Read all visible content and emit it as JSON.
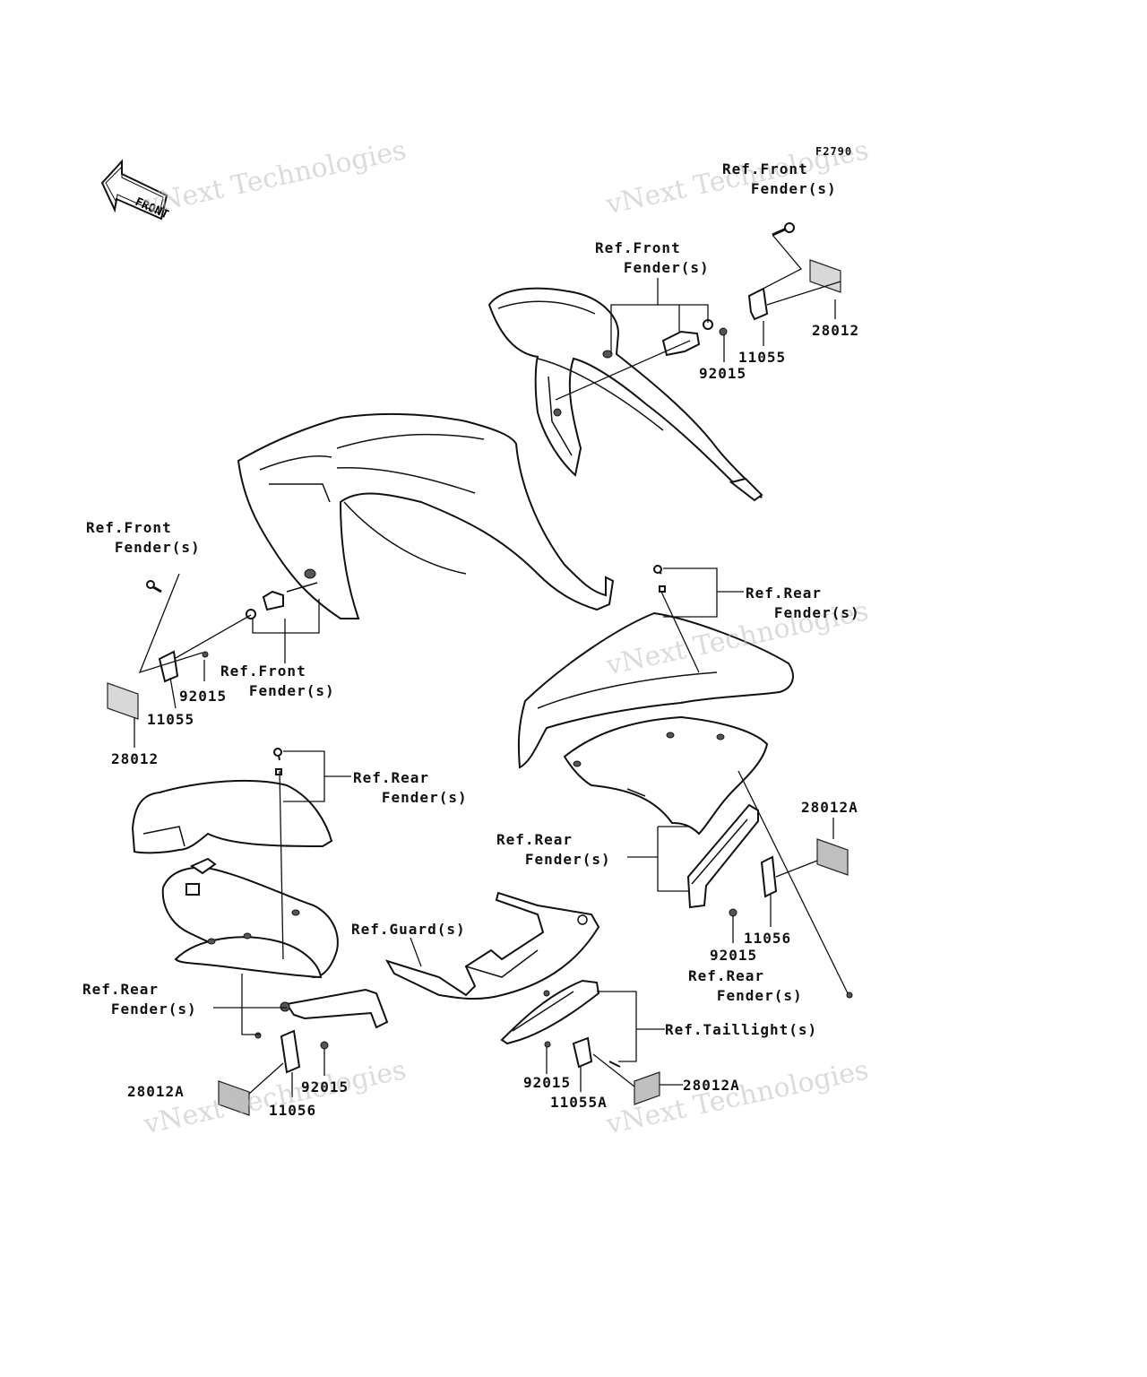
{
  "figure_code": "F2790",
  "front_arrow": "FRONT",
  "watermark": {
    "line1": "vNext Technologies",
    "line2": "vNext Technologies"
  },
  "labels": {
    "ref_front_fender_top_right": "Ref.Front\n   Fender(s)",
    "ref_front_fender_top_mid": "Ref.Front\n   Fender(s)",
    "part_28012_top": "28012",
    "part_11055_top": "11055",
    "part_92015_top": "92015",
    "ref_front_fender_left": "Ref.Front\n   Fender(s)",
    "ref_front_fender_left_mid": "Ref.Front\n   Fender(s)",
    "part_92015_left": "92015",
    "part_11055_left": "11055",
    "part_28012_left": "28012",
    "ref_rear_fender_right_top": "Ref.Rear\n   Fender(s)",
    "ref_rear_fender_left_mid": "Ref.Rear\n   Fender(s)",
    "ref_rear_fender_center": "Ref.Rear\n   Fender(s)",
    "part_28012A_right": "28012A",
    "part_11056_right": "11056",
    "part_92015_right": "92015",
    "ref_rear_fender_right_bottom": "Ref.Rear\n   Fender(s)",
    "ref_guard": "Ref.Guard(s)",
    "ref_rear_fender_left_bottom": "Ref.Rear\n   Fender(s)",
    "ref_taillight": "Ref.Taillight(s)",
    "part_28012A_left": "28012A",
    "part_92015_left_bottom": "92015",
    "part_11056_left": "11056",
    "part_92015_center_bottom": "92015",
    "part_11055A": "11055A",
    "part_28012A_center": "28012A"
  }
}
